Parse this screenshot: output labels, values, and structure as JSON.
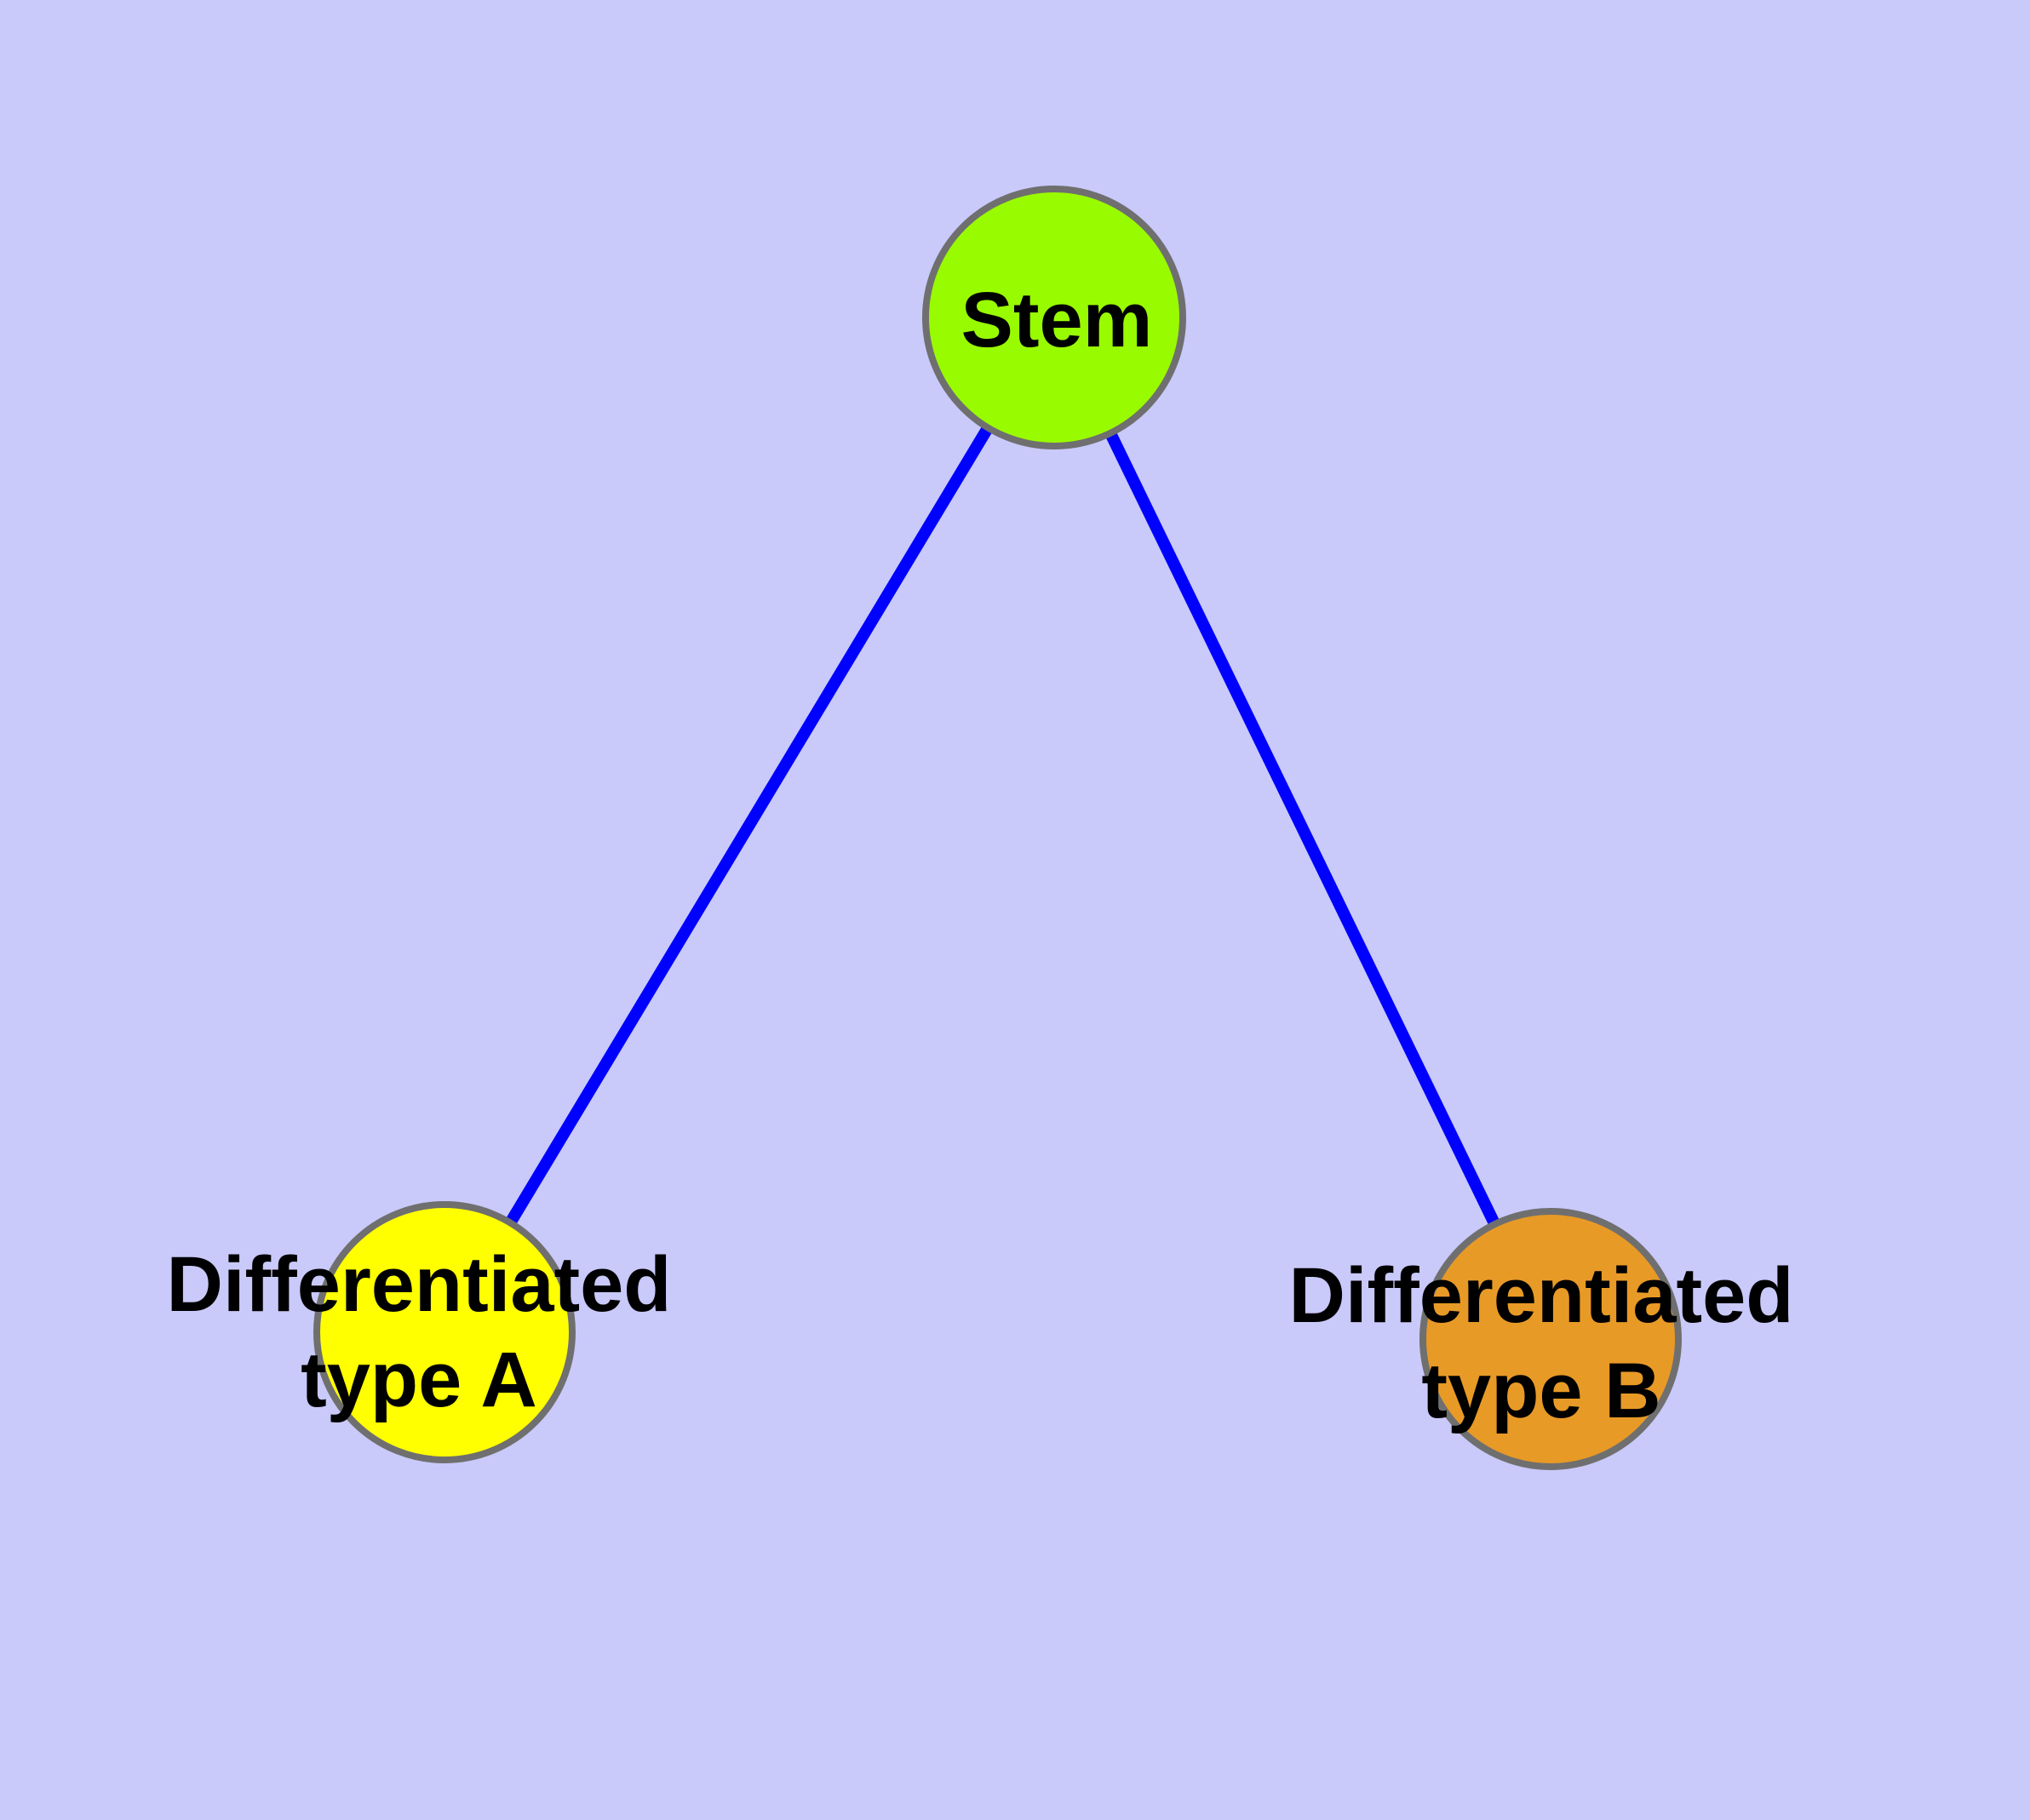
{
  "diagram": {
    "type": "graph",
    "description": "Stem cell differentiation tree with one root node and two leaf nodes",
    "background_color": "#C9C9FA",
    "edge_color": "#0000FF",
    "node_border_color": "#6F6F6F",
    "label_color": "#000000",
    "nodes": [
      {
        "id": "stem",
        "label": "Stem",
        "label_lines": [
          "Stem"
        ],
        "fill": "#99FB00"
      },
      {
        "id": "differentiated-type-a",
        "label": "Differentiated type A",
        "label_lines": [
          "Differentiated",
          "type A"
        ],
        "fill": "#FFFF00"
      },
      {
        "id": "differentiated-type-b",
        "label": "Differentiated type B",
        "label_lines": [
          "Differentiated",
          "type B"
        ],
        "fill": "#E89A26"
      }
    ],
    "edges": [
      {
        "from": "stem",
        "to": "differentiated-type-a"
      },
      {
        "from": "stem",
        "to": "differentiated-type-b"
      }
    ]
  }
}
